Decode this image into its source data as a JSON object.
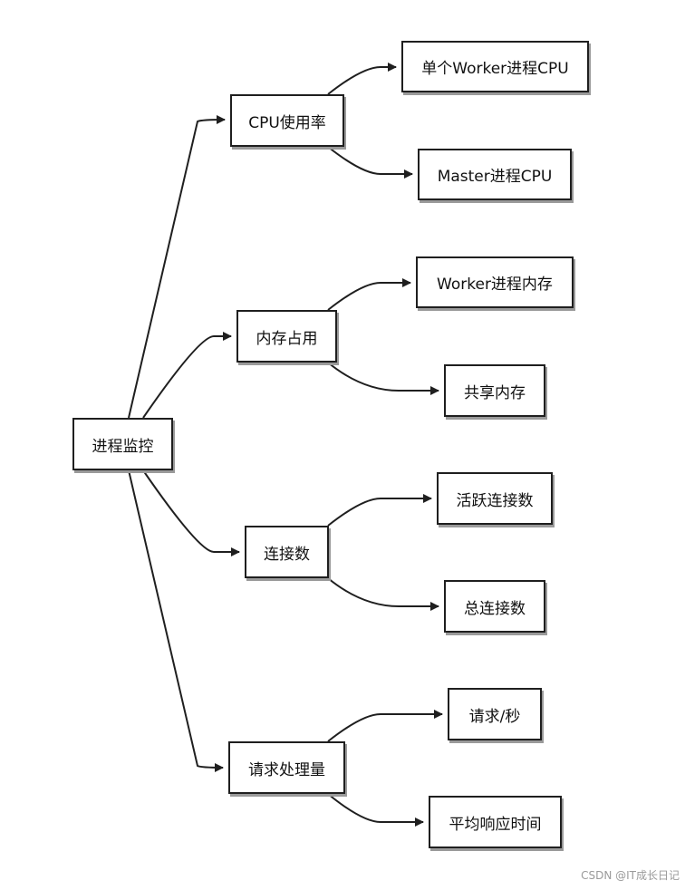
{
  "diagram": {
    "root": {
      "label": "进程监控"
    },
    "branches": [
      {
        "label": "CPU使用率",
        "children": [
          {
            "label": "单个Worker进程CPU"
          },
          {
            "label": "Master进程CPU"
          }
        ]
      },
      {
        "label": "内存占用",
        "children": [
          {
            "label": "Worker进程内存"
          },
          {
            "label": "共享内存"
          }
        ]
      },
      {
        "label": "连接数",
        "children": [
          {
            "label": "活跃连接数"
          },
          {
            "label": "总连接数"
          }
        ]
      },
      {
        "label": "请求处理量",
        "children": [
          {
            "label": "请求/秒"
          },
          {
            "label": "平均响应时间"
          }
        ]
      }
    ]
  },
  "watermark": "CSDN @IT成长日记",
  "colors": {
    "stroke": "#1f1f1f",
    "shadow": "#9a9a9a",
    "text": "#111111",
    "watermark": "#9a9a9a"
  }
}
